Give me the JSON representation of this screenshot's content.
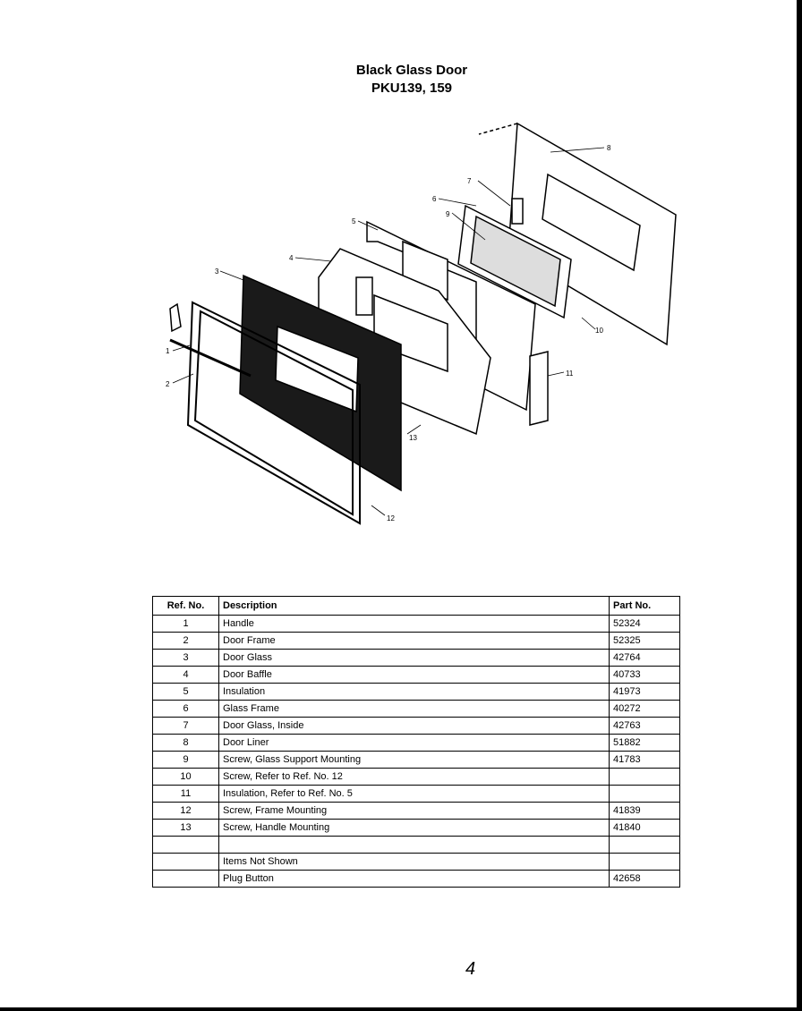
{
  "title": {
    "line1": "Black Glass Door",
    "line2": "PKU139, 159"
  },
  "callouts": [
    "1",
    "2",
    "3",
    "4",
    "5",
    "6",
    "7",
    "8",
    "9",
    "10",
    "11",
    "12",
    "13"
  ],
  "table": {
    "headers": {
      "ref": "Ref. No.",
      "description": "Description",
      "part": "Part No."
    },
    "rows": [
      {
        "ref": "1",
        "description": "Handle",
        "part": "52324"
      },
      {
        "ref": "2",
        "description": "Door Frame",
        "part": "52325"
      },
      {
        "ref": "3",
        "description": "Door Glass",
        "part": "42764"
      },
      {
        "ref": "4",
        "description": "Door Baffle",
        "part": "40733"
      },
      {
        "ref": "5",
        "description": "Insulation",
        "part": "41973"
      },
      {
        "ref": "6",
        "description": "Glass Frame",
        "part": "40272"
      },
      {
        "ref": "7",
        "description": "Door Glass, Inside",
        "part": "42763"
      },
      {
        "ref": "8",
        "description": "Door Liner",
        "part": "51882"
      },
      {
        "ref": "9",
        "description": "Screw, Glass Support Mounting",
        "part": "41783"
      },
      {
        "ref": "10",
        "description": "Screw, Refer to Ref. No. 12",
        "part": ""
      },
      {
        "ref": "11",
        "description": "Insulation, Refer to Ref. No. 5",
        "part": ""
      },
      {
        "ref": "12",
        "description": "Screw, Frame Mounting",
        "part": "41839"
      },
      {
        "ref": "13",
        "description": "Screw, Handle Mounting",
        "part": "41840"
      },
      {
        "ref": "",
        "description": "",
        "part": ""
      },
      {
        "ref": "",
        "description": "Items Not Shown",
        "part": ""
      },
      {
        "ref": "",
        "description": "Plug Button",
        "part": "42658"
      }
    ]
  },
  "footer_mark": "4"
}
